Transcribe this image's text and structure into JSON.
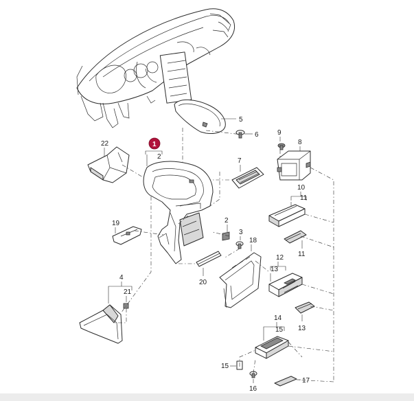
{
  "callouts": {
    "c1": "1",
    "c2a": "2",
    "c2b": "2",
    "c3": "3",
    "c4": "4",
    "c5": "5",
    "c6": "6",
    "c7": "7",
    "c8": "8",
    "c9": "9",
    "c10": "10",
    "c11a": "11",
    "c11b": "11",
    "c12": "12",
    "c13a": "13",
    "c13b": "13",
    "c14": "14",
    "c15a": "15",
    "c15b": "15",
    "c16": "16",
    "c17": "17",
    "c18": "18",
    "c19": "19",
    "c20": "20",
    "c21": "21",
    "c22": "22"
  },
  "colors": {
    "badge": "#b0123a",
    "ink": "#2a2a2a",
    "fill_grey": "#d8d8d8",
    "footer": "#ececec"
  }
}
